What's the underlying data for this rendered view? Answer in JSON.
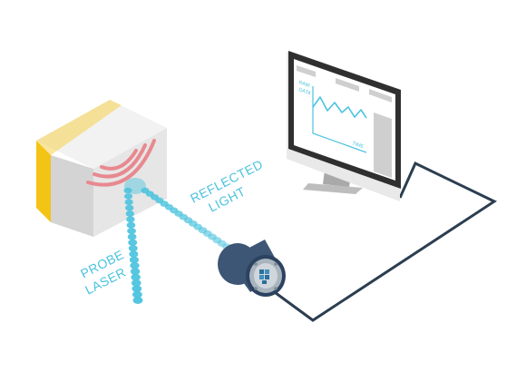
{
  "labels": {
    "probe_line1": "PROBE",
    "probe_line2": "LASER",
    "reflected_line1": "REFLECTED",
    "reflected_line2": "LIGHT"
  },
  "screen": {
    "y_axis_line1": "RAW",
    "y_axis_line2": "DATA",
    "x_axis": "TIME"
  },
  "colors": {
    "accent_blue": "#4cc3de",
    "cable": "#2c3e50",
    "box_front": "#d4d4d4",
    "box_side": "#e6e6e6",
    "box_top": "#f2f2f2",
    "box_yellow": "#f3c316",
    "waves": "#e8898f",
    "sensor_body": "#3d5675",
    "monitor_frame": "#2f2f2f"
  },
  "icons": [
    "target-box",
    "signal-waves-icon",
    "light-sensor-icon",
    "monitor-icon"
  ]
}
